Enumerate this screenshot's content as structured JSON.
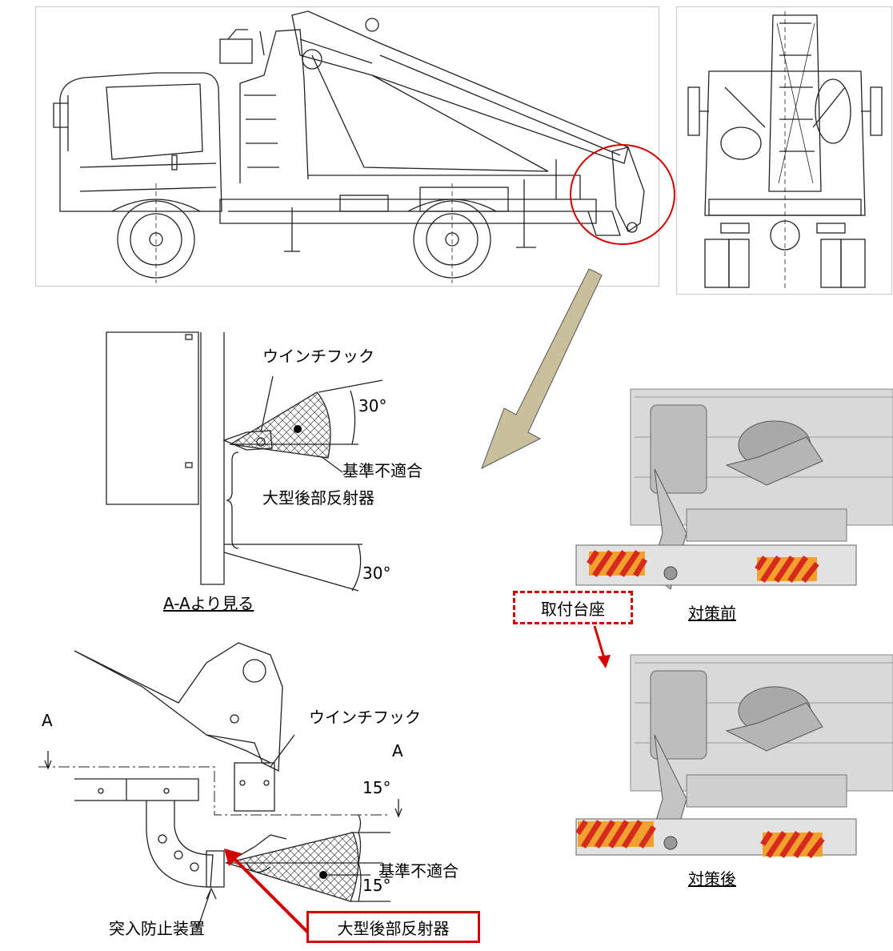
{
  "detail_top": {
    "winch_hook": "ウインチフック",
    "angle_upper": "30°",
    "angle_lower": "30°",
    "noncompliant": "基準不適合",
    "large_rear_reflector": "大型後部反射器",
    "view_caption": "A-Aより見る"
  },
  "detail_bottom": {
    "section_mark_left": "A",
    "section_mark_right": "A",
    "winch_hook": "ウインチフック",
    "angle_upper": "15°",
    "angle_lower": "15°",
    "noncompliant": "基準不適合",
    "underrun_device": "突入防止装置",
    "large_rear_reflector_callout": "大型後部反射器"
  },
  "photos": {
    "before_caption": "対策前",
    "after_caption": "対策後",
    "mount_base_callout": "取付台座"
  },
  "colors": {
    "highlight_red": "#d40000",
    "arrow_fill": "#c8bf9c",
    "reflector_orange": "#f2a12e",
    "reflector_stripe_red": "#d62a1e"
  }
}
